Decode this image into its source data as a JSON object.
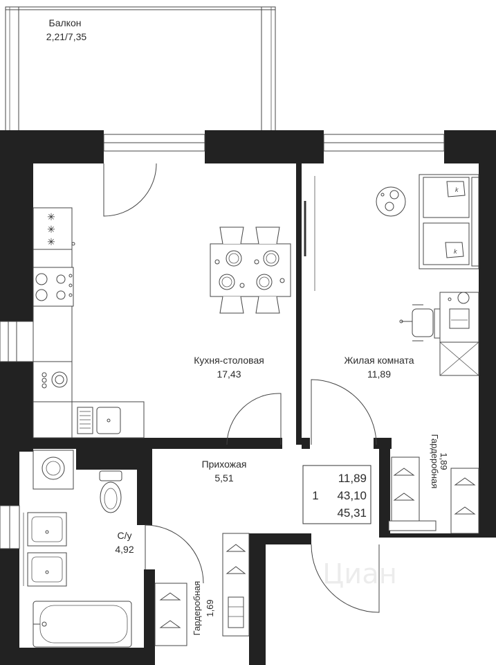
{
  "rooms": {
    "balcony": {
      "name": "Балкон",
      "area": "2,21/7,35"
    },
    "kitchen": {
      "name": "Кухня-столовая",
      "area": "17,43"
    },
    "living": {
      "name": "Жилая комната",
      "area": "11,89"
    },
    "hallway": {
      "name": "Прихожая",
      "area": "5,51"
    },
    "bathroom": {
      "name": "С/у",
      "area": "4,92"
    },
    "wardrobe1": {
      "name": "Гардеробная",
      "area": "1,89"
    },
    "wardrobe2": {
      "name": "Гардеробная",
      "area": "1,69"
    }
  },
  "summary": {
    "rooms_count": "1",
    "living_area": "11,89",
    "total_area": "43,10",
    "total_with_balcony": "45,31"
  },
  "watermark": "Циан",
  "colors": {
    "wall": "#222222",
    "line": "#444444",
    "text": "#2b2b2b"
  }
}
